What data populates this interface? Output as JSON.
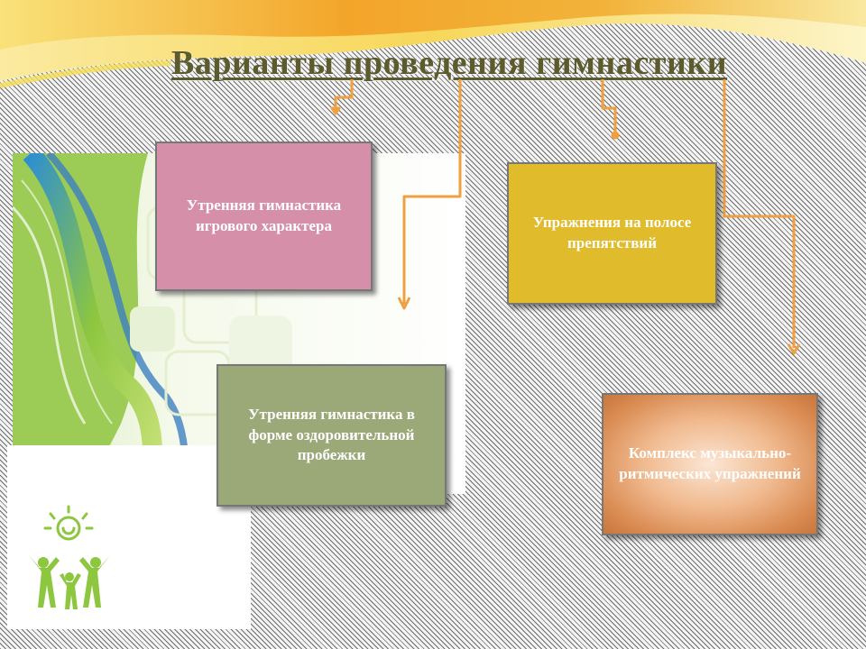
{
  "slide": {
    "title": "Варианты проведения гимнастики",
    "options": [
      {
        "id": "morning-play",
        "text": "Утренняя гимнастика игрового характера",
        "color": "#d58fa8"
      },
      {
        "id": "morning-jog",
        "text": "Утренняя гимнастика в форме оздоровительной пробежки",
        "color": "#9ba878"
      },
      {
        "id": "obstacle",
        "text": "Упражнения на полосе препятствий",
        "color": "#e0bb2c"
      },
      {
        "id": "rhythmic",
        "text": "Комплекс музыкально-ритмических упражнений",
        "color": "#e8a46f"
      }
    ]
  },
  "colors": {
    "title": "#5b5b2d",
    "connector": "#f0a040",
    "wave_orange": "#f3a52a",
    "wave_yellow": "#f6dd55",
    "logo_green": "#8dc63f"
  },
  "icons": {
    "logo": "sun-and-people-icon",
    "decoration": "green-wave-image"
  }
}
